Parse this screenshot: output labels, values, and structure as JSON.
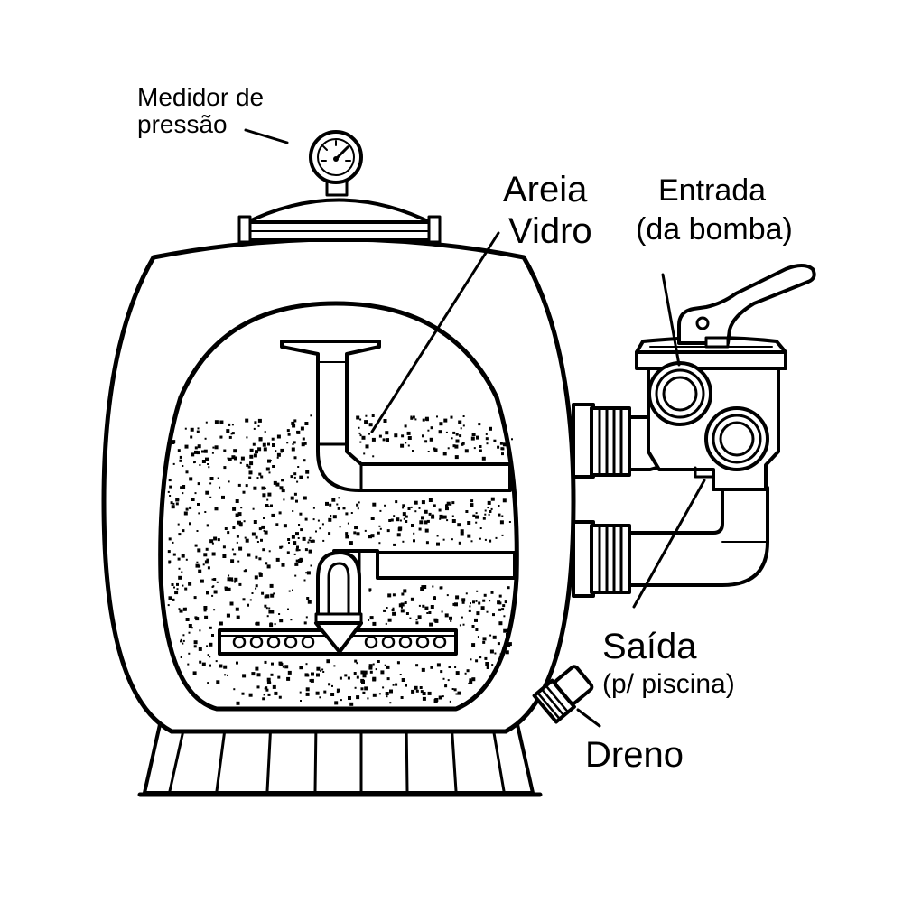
{
  "labels": {
    "gauge_line1": "Medidor de",
    "gauge_line2": "pressão",
    "media_line1": "Areia",
    "media_line2": "Vidro",
    "inlet_line1": "Entrada",
    "inlet_line2": "(da bomba)",
    "outlet_line1": "Saída",
    "outlet_line2": "(p/ piscina)",
    "drain": "Dreno"
  },
  "colors": {
    "ink": "#000000",
    "paper": "#ffffff"
  }
}
